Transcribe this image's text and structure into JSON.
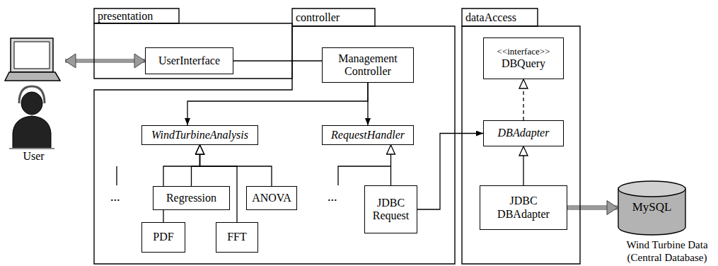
{
  "diagram": {
    "nodes": [
      {
        "text": [
          "User"
        ]
      },
      {
        "text": [
          "presentation"
        ]
      },
      {
        "text": [
          "UserInterface"
        ],
        "in": 1
      },
      {
        "text": [
          "controller"
        ]
      },
      {
        "text": [
          "Management Controller"
        ],
        "in": 3
      },
      {
        "text": [
          "WindTurbineAnalysis"
        ],
        "in": 3
      },
      {
        "text": [
          "RequestHandler"
        ],
        "in": 3
      },
      {
        "text": [
          "Regression"
        ],
        "in": 3
      },
      {
        "text": [
          "ANOVA"
        ],
        "in": 3
      },
      {
        "text": [
          "PDF"
        ],
        "in": 3
      },
      {
        "text": [
          "FFT"
        ],
        "in": 3
      },
      {
        "text": [
          "JDBC Request"
        ],
        "in": 3
      },
      {
        "text": [
          "dataAccess"
        ]
      },
      {
        "text": [
          "<<interface>>",
          "DBQuery"
        ],
        "in": 12
      },
      {
        "text": [
          "DBAdapter"
        ],
        "in": 12
      },
      {
        "text": [
          "JDBC DBAdapter"
        ],
        "in": 12
      },
      {
        "text": [
          "MySQL",
          "Wind Turbine Data (Central Database)"
        ]
      }
    ],
    "edges": [
      {
        "from": 0,
        "to": 2,
        "arrow": "both"
      },
      {
        "from": 2,
        "to": 4,
        "arrow": "none"
      },
      {
        "from": 4,
        "to": 5,
        "arrow": "to"
      },
      {
        "from": 4,
        "to": 6,
        "arrow": "to"
      },
      {
        "from": 7,
        "to": 5,
        "arrow": "to"
      },
      {
        "from": 8,
        "to": 5,
        "arrow": "to"
      },
      {
        "from": 9,
        "to": 5,
        "arrow": "to"
      },
      {
        "from": 10,
        "to": 5,
        "arrow": "to"
      },
      {
        "from": 11,
        "to": 6,
        "arrow": "to"
      },
      {
        "from": 11,
        "to": 14,
        "arrow": "to"
      },
      {
        "from": 15,
        "to": 14,
        "arrow": "to"
      },
      {
        "from": 14,
        "to": 13,
        "arrow": "to"
      },
      {
        "from": 15,
        "to": 16,
        "arrow": "to"
      }
    ],
    "labels": [
      "...",
      "..."
    ]
  }
}
